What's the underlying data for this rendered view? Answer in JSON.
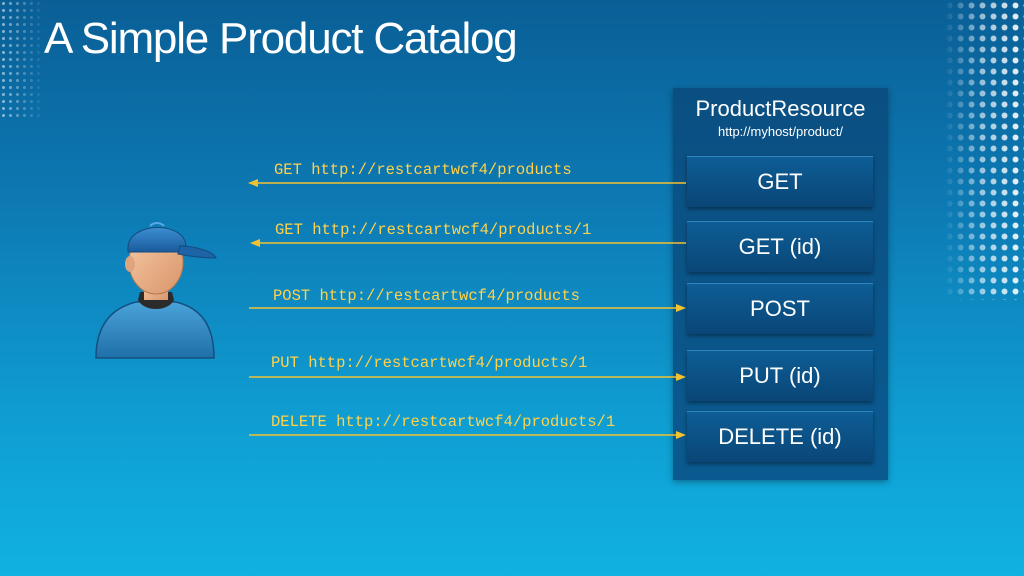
{
  "slide": {
    "title": "A Simple Product Catalog"
  },
  "resource": {
    "name": "ProductResource",
    "url": "http://myhost/product/"
  },
  "methods": [
    {
      "label": "GET"
    },
    {
      "label": "GET (id)"
    },
    {
      "label": "POST"
    },
    {
      "label": "PUT (id)"
    },
    {
      "label": "DELETE (id)"
    }
  ],
  "requests": [
    {
      "text": "GET http://restcartwcf4/products",
      "direction": "to-user"
    },
    {
      "text": "GET http://restcartwcf4/products/1",
      "direction": "to-user"
    },
    {
      "text": "POST http://restcartwcf4/products",
      "direction": "to-resource"
    },
    {
      "text": "PUT http://restcartwcf4/products/1",
      "direction": "to-resource"
    },
    {
      "text": "DELETE http://restcartwcf4/products/1",
      "direction": "to-resource"
    }
  ],
  "colors": {
    "request_text": "#ffd24a",
    "arrow": "#f2c230",
    "panel": "#0b4f82",
    "method_box": "#0a4677"
  },
  "icons": {
    "user": "user-with-cap-icon"
  }
}
